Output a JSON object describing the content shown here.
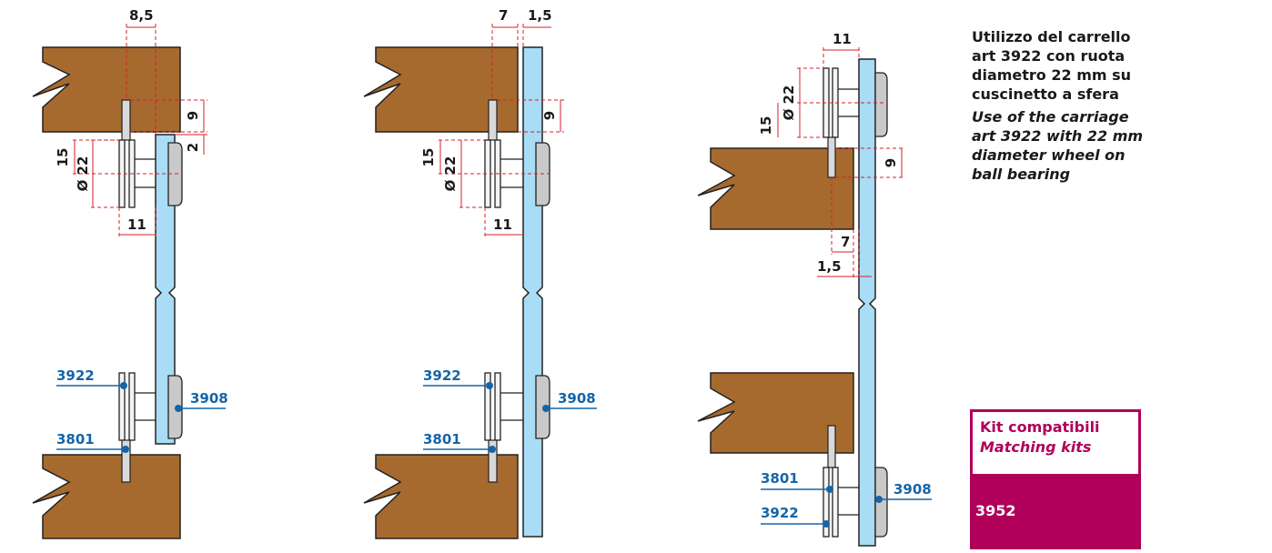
{
  "description": {
    "it": "Utilizzo del carrello art 3922 con ruota diametro 22 mm su cuscinetto a sfera",
    "en": "Use of the carriage art 3922 with 22 mm diameter wheel on ball bearing"
  },
  "kit": {
    "title_it": "Kit compatibili",
    "title_en": "Matching kits",
    "items": [
      "3952"
    ]
  },
  "views": [
    {
      "dims": {
        "top_width": "8,5",
        "height": "9",
        "gap": "2",
        "offset": "15",
        "diameter": "Ø 22",
        "width": "11"
      },
      "parts": {
        "carriage": "3922",
        "guide": "3801",
        "bracket": "3908"
      }
    },
    {
      "dims": {
        "top_left": "7",
        "top_right": "1,5",
        "height": "9",
        "offset": "15",
        "diameter": "Ø 22",
        "width": "11"
      },
      "parts": {
        "carriage": "3922",
        "guide": "3801",
        "bracket": "3908"
      }
    },
    {
      "dims": {
        "width": "11",
        "diameter": "Ø 22",
        "offset": "15",
        "height": "9",
        "gap_a": "7",
        "gap_b": "1,5"
      },
      "parts": {
        "guide": "3801",
        "carriage": "3922",
        "bracket": "3908"
      }
    }
  ],
  "colors": {
    "wood": "#a66a2e",
    "glass": "#a9dcf5",
    "outline": "#222222",
    "dimension": "#d6202a",
    "label": "#1565a8",
    "accent": "#b0005a",
    "bracket": "#c9c9c9"
  }
}
